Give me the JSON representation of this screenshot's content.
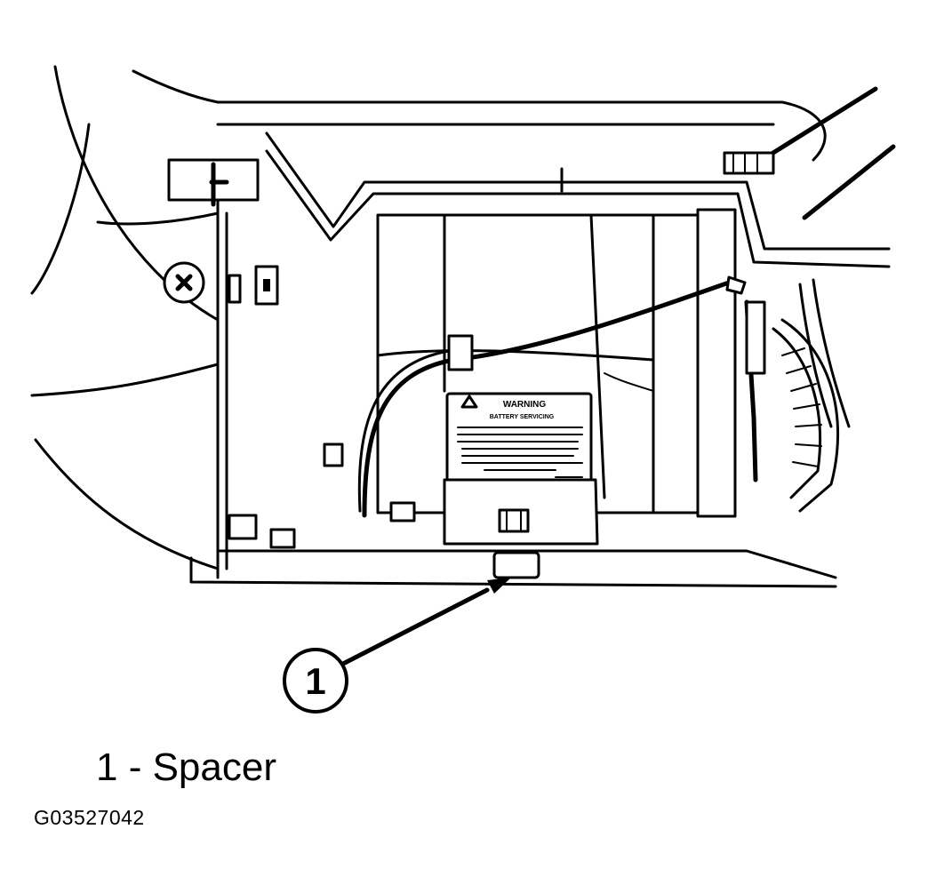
{
  "callout": {
    "number": "1"
  },
  "warning_label": {
    "heading": "WARNING",
    "subheading": "BATTERY SERVICING"
  },
  "legend": [
    {
      "text": "1 - Spacer"
    }
  ],
  "figure_id": "G03527042"
}
